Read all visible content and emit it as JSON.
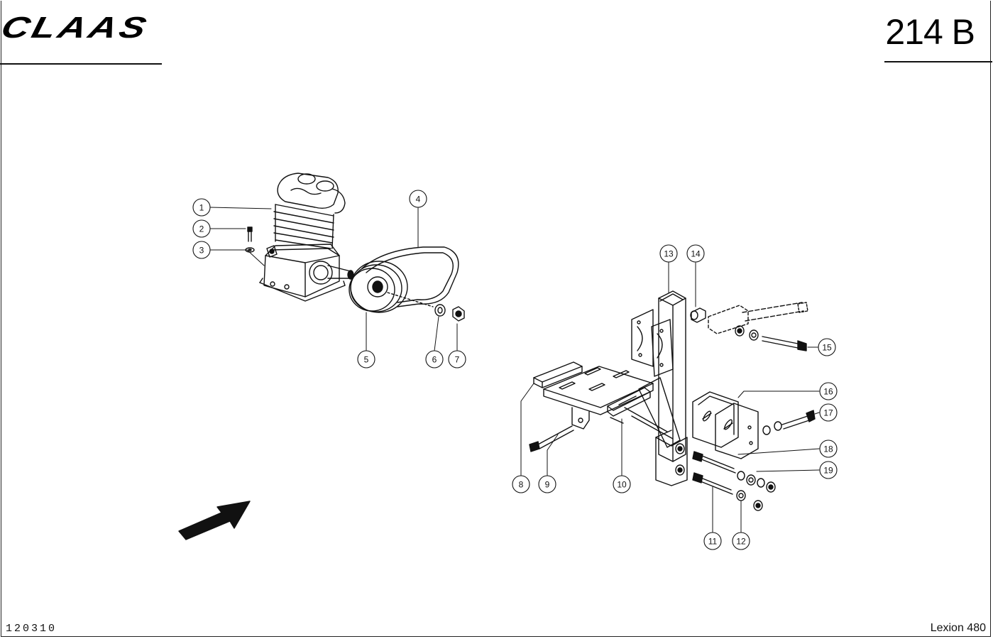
{
  "header": {
    "logo": "CLAAS",
    "page_number": "214 B"
  },
  "footer": {
    "reference": "120310",
    "model": "Lexion 480"
  },
  "callouts": {
    "c1": "1",
    "c2": "2",
    "c3": "3",
    "c4": "4",
    "c5": "5",
    "c6": "6",
    "c7": "7",
    "c8": "8",
    "c9": "9",
    "c10": "10",
    "c11": "11",
    "c12": "12",
    "c13": "13",
    "c14": "14",
    "c15": "15",
    "c16": "16",
    "c17": "17",
    "c18": "18",
    "c19": "19"
  },
  "colors": {
    "ink": "#111111",
    "paper": "#ffffff"
  }
}
